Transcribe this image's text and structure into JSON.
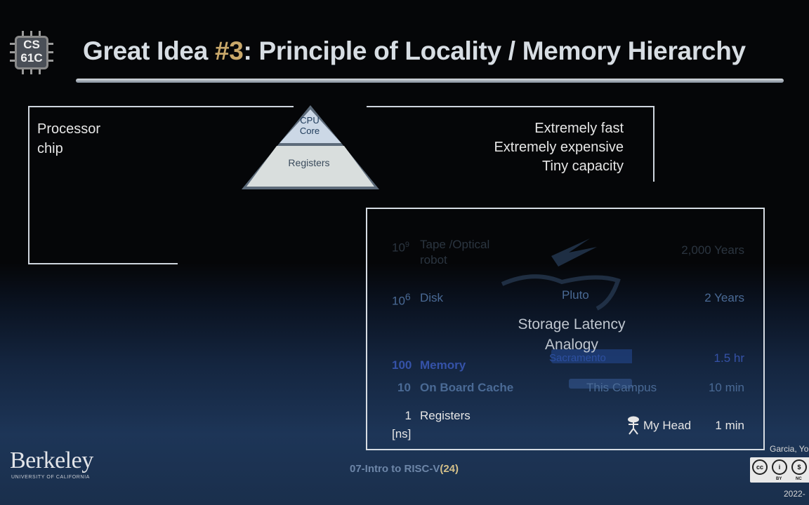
{
  "header": {
    "logo_text": "CS 61C",
    "title_prefix": "Great Idea ",
    "title_accent": "#3",
    "title_rest": ": Principle of Locality / Memory Hierarchy"
  },
  "chip": {
    "label_line1": "Processor",
    "label_line2": "chip"
  },
  "pyramid": {
    "top_tier_line1": "CPU",
    "top_tier_line2": "Core",
    "second_tier": "Registers"
  },
  "properties": {
    "line1": "Extremely fast",
    "line2": "Extremely expensive",
    "line3": "Tiny capacity"
  },
  "analogy": {
    "title_line1": "Storage Latency",
    "title_line2": "Analogy",
    "rows": [
      {
        "exp": "10",
        "sup": "9",
        "name": "Tape /Optical",
        "name2": "robot",
        "place": "",
        "time": "2,000 Years"
      },
      {
        "exp": "10",
        "sup": "6",
        "name": "Disk",
        "place": "Pluto",
        "time": "2 Years"
      },
      {
        "exp": "100",
        "name": "Memory",
        "place": "Sacramento",
        "time": "1.5 hr"
      },
      {
        "exp": "10",
        "name": "On Board Cache",
        "place": "This Campus",
        "time": "10 min"
      },
      {
        "exp": "1",
        "name": "Registers",
        "place": "My Head",
        "time": "1 min"
      }
    ],
    "unit": "[ns]"
  },
  "footer": {
    "university": "Berkeley",
    "university_sub": "UNIVERSITY OF CALIFORNIA",
    "lecture_prefix": "07-Intro to RISC-V",
    "lecture_number": "(24)",
    "author": "Garcia, Yo",
    "cc_labels": [
      "BY",
      "NC"
    ],
    "year": "2022-"
  }
}
